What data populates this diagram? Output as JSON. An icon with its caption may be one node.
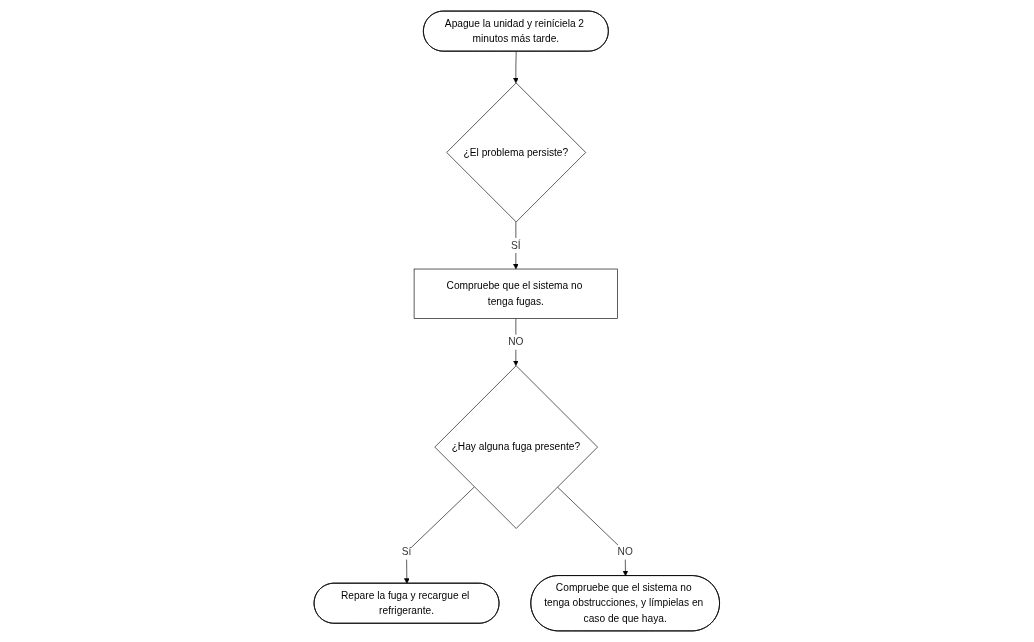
{
  "diagram": {
    "nodes": [
      {
        "text": [
          "Apague la unidad y reiníciela 2 minutos más tarde."
        ]
      },
      {
        "text": [
          "¿El problema persiste?"
        ]
      },
      {
        "text": [
          "Compruebe que el sistema no tenga fugas."
        ]
      },
      {
        "text": [
          "¿Hay alguna fuga presente?"
        ]
      },
      {
        "text": [
          "Repare la fuga y recargue el refrigerante."
        ]
      },
      {
        "text": [
          "Compruebe que el sistema no tenga obstrucciones, y límpielas en caso de que haya."
        ]
      }
    ],
    "edges": [
      {
        "from": 0,
        "to": 1,
        "arrow": "to"
      },
      {
        "from": 1,
        "to": 2,
        "arrow": "to",
        "label": "SÍ"
      },
      {
        "from": 2,
        "to": 3,
        "arrow": "to",
        "label": "NO"
      },
      {
        "from": 3,
        "to": 4,
        "arrow": "to",
        "label": "Sí"
      },
      {
        "from": 3,
        "to": 5,
        "arrow": "to",
        "label": "NO"
      }
    ]
  }
}
